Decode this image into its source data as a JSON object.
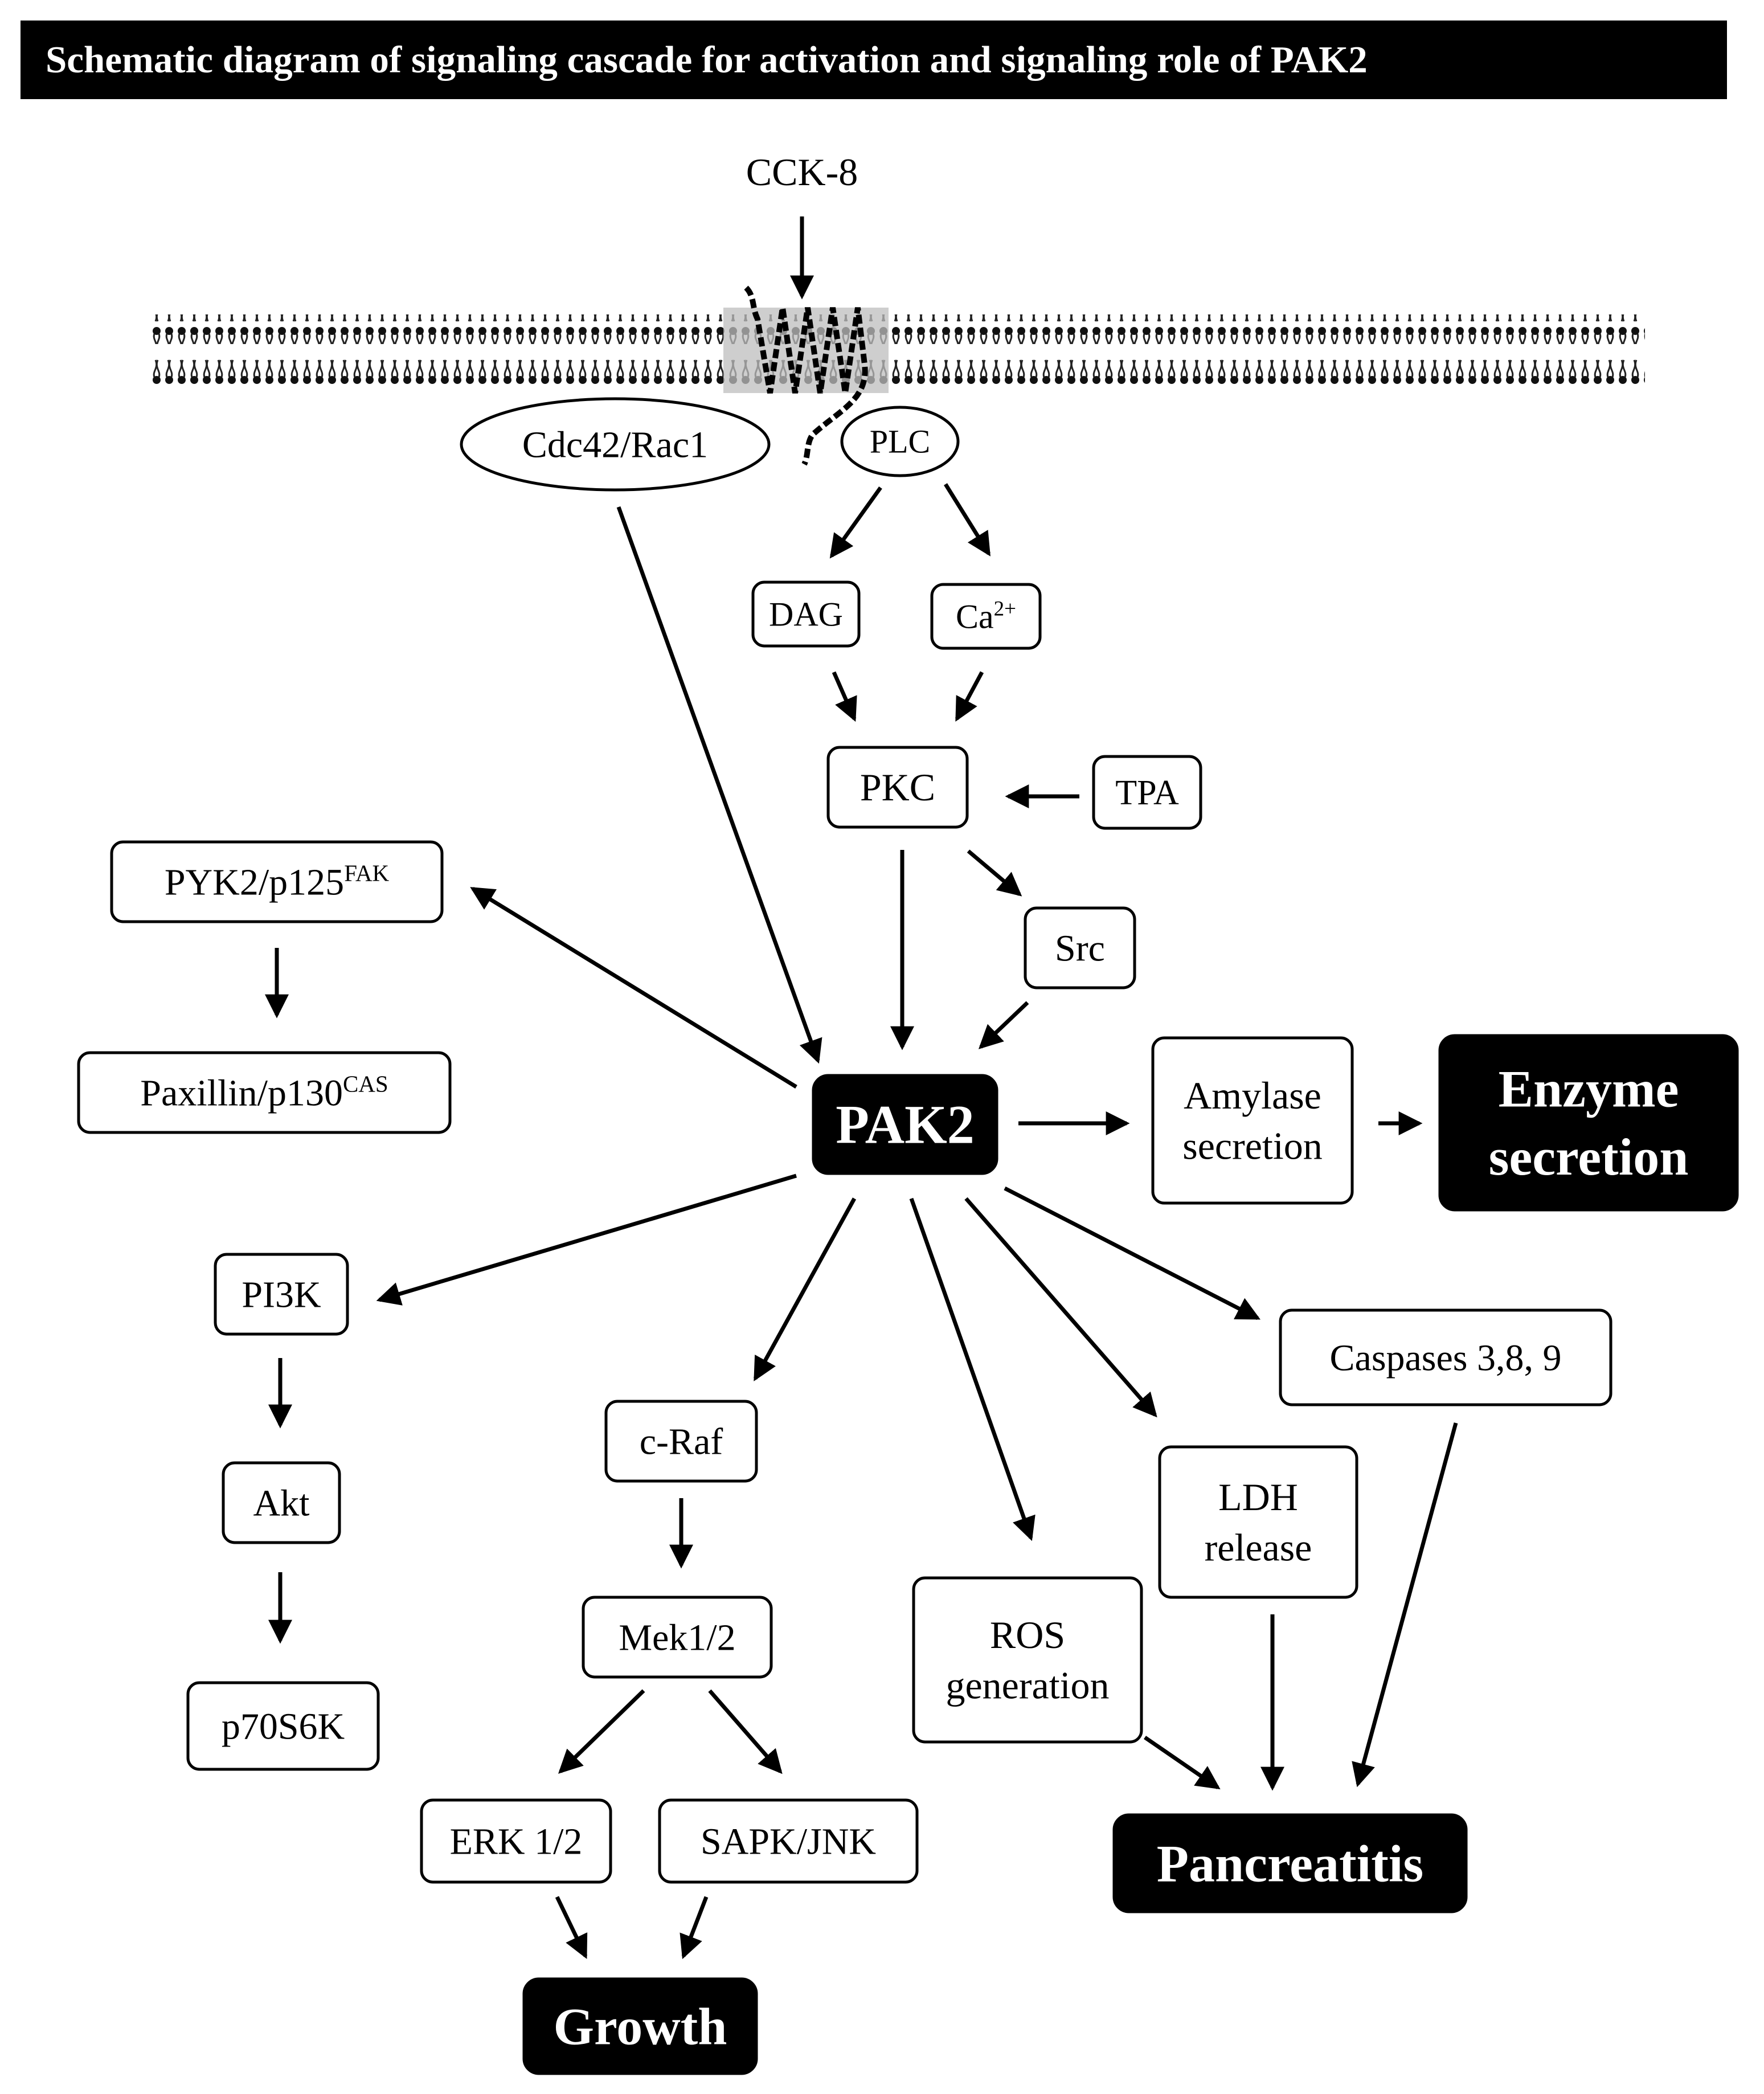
{
  "title": "Schematic diagram of signaling cascade for activation and signaling role of PAK2",
  "ligand": "CCK-8",
  "nodes": [
    {
      "id": "cdc42",
      "label": "Cdc42/Rac1"
    },
    {
      "id": "plc",
      "label": "PLC"
    },
    {
      "id": "dag",
      "label": "DAG"
    },
    {
      "id": "ca",
      "label": "Ca",
      "sup": "2+"
    },
    {
      "id": "pkc",
      "label": "PKC"
    },
    {
      "id": "tpa",
      "label": "TPA"
    },
    {
      "id": "src",
      "label": "Src"
    },
    {
      "id": "pyk2",
      "label": "PYK2/p125",
      "sup": "FAK"
    },
    {
      "id": "paxillin",
      "label": "Paxillin/p130",
      "sup": "CAS"
    },
    {
      "id": "pak2",
      "label": "PAK2"
    },
    {
      "id": "amylase",
      "lines": [
        "Amylase",
        "secretion"
      ]
    },
    {
      "id": "enzyme",
      "lines": [
        "Enzyme",
        "secretion"
      ]
    },
    {
      "id": "pi3k",
      "label": "PI3K"
    },
    {
      "id": "akt",
      "label": "Akt"
    },
    {
      "id": "p70s6k",
      "label": "p70S6K"
    },
    {
      "id": "craf",
      "label": "c-Raf"
    },
    {
      "id": "mek",
      "label": "Mek1/2"
    },
    {
      "id": "erk",
      "label": "ERK 1/2"
    },
    {
      "id": "sapk",
      "label": "SAPK/JNK"
    },
    {
      "id": "growth",
      "label": "Growth"
    },
    {
      "id": "ros",
      "lines": [
        "ROS",
        "generation"
      ]
    },
    {
      "id": "ldh",
      "lines": [
        "LDH",
        "release"
      ]
    },
    {
      "id": "caspases",
      "label": "Caspases 3,8, 9"
    },
    {
      "id": "pancreatitis",
      "label": "Pancreatitis"
    }
  ],
  "edges": [
    [
      "cck8",
      "receptor"
    ],
    [
      "plc",
      "dag"
    ],
    [
      "plc",
      "ca"
    ],
    [
      "dag",
      "pkc"
    ],
    [
      "ca",
      "pkc"
    ],
    [
      "tpa",
      "pkc"
    ],
    [
      "pkc",
      "pak2"
    ],
    [
      "pkc",
      "src"
    ],
    [
      "src",
      "pak2"
    ],
    [
      "cdc42",
      "pak2"
    ],
    [
      "pak2",
      "pyk2"
    ],
    [
      "pyk2",
      "paxillin"
    ],
    [
      "pak2",
      "amylase"
    ],
    [
      "amylase",
      "enzyme"
    ],
    [
      "pak2",
      "pi3k"
    ],
    [
      "pi3k",
      "akt"
    ],
    [
      "akt",
      "p70s6k"
    ],
    [
      "pak2",
      "craf"
    ],
    [
      "craf",
      "mek"
    ],
    [
      "mek",
      "erk"
    ],
    [
      "mek",
      "sapk"
    ],
    [
      "erk",
      "growth"
    ],
    [
      "sapk",
      "growth"
    ],
    [
      "pak2",
      "ros"
    ],
    [
      "pak2",
      "ldh"
    ],
    [
      "pak2",
      "caspases"
    ],
    [
      "ros",
      "pancreatitis"
    ],
    [
      "ldh",
      "pancreatitis"
    ],
    [
      "caspases",
      "pancreatitis"
    ]
  ]
}
